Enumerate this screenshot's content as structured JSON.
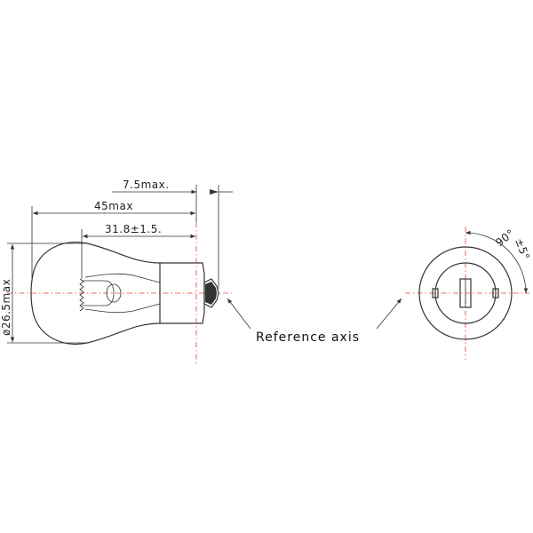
{
  "dimensions": {
    "top_offset": "7.5max.",
    "overall_length": "45max",
    "filament_position": "31.8±1.5.",
    "diameter": "ø26.5max",
    "angle": "90°",
    "angle_tolerance": "±5°"
  },
  "labels": {
    "reference_axis": "Reference axis"
  },
  "colors": {
    "line": "#333333",
    "center_line": "#e0452c"
  }
}
